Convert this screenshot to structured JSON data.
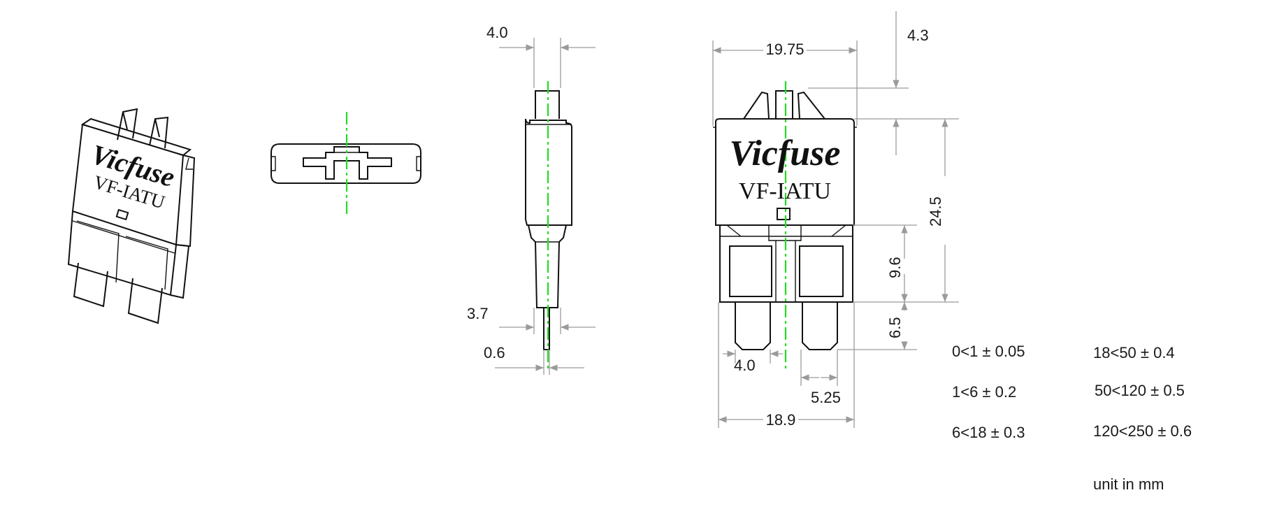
{
  "iso_view": {
    "brand": "Vicfuse",
    "model": "VF-IATU"
  },
  "front_view": {
    "brand": "Vicfuse",
    "model": "VF-IATU"
  },
  "dimensions": {
    "side_top_width": "4.0",
    "side_blade_width": "3.7",
    "side_tip_width": "0.6",
    "front_width_top": "19.75",
    "front_top_height": "4.3",
    "front_body_height": "24.5",
    "front_leg_height": "9.6",
    "front_blade_height": "6.5",
    "front_blade_width": "4.0",
    "front_blade_gap": "5.25",
    "front_width_bottom": "18.9"
  },
  "tolerances": [
    {
      "range": "0<1 ± 0.05"
    },
    {
      "range": "18<50 ± 0.4"
    },
    {
      "range": "1<6 ± 0.2"
    },
    {
      "range": "50<120 ± 0.5"
    },
    {
      "range": "6<18 ± 0.3"
    },
    {
      "range": "120<250 ± 0.6"
    }
  ],
  "unit_note": "unit in mm",
  "colors": {
    "centerline": "#22dd22",
    "dimension": "#9a9a9a",
    "outline": "#111111"
  }
}
